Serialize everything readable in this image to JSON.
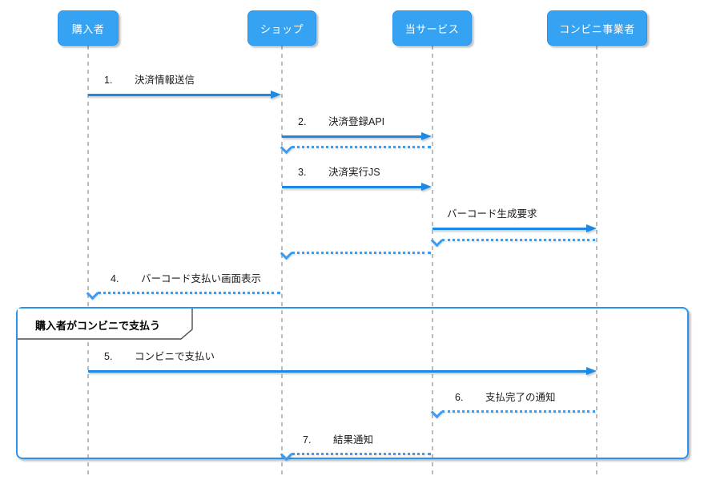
{
  "diagram_type": "sequence-diagram",
  "actors": [
    {
      "label": "購入者"
    },
    {
      "label": "ショップ"
    },
    {
      "label": "当サービス"
    },
    {
      "label": "コンビニ事業者"
    }
  ],
  "frame": {
    "label": "購入者がコンビニで支払う"
  },
  "messages": [
    {
      "num": "1.",
      "text": "決済情報送信",
      "from": "購入者",
      "to": "ショップ",
      "line": "solid"
    },
    {
      "num": "2.",
      "text": "決済登録API",
      "from": "ショップ",
      "to": "当サービス",
      "line": "solid"
    },
    {
      "num": "",
      "text": "",
      "from": "当サービス",
      "to": "ショップ",
      "line": "dotted-return"
    },
    {
      "num": "3.",
      "text": "決済実行JS",
      "from": "ショップ",
      "to": "当サービス",
      "line": "solid"
    },
    {
      "num": "",
      "text": "バーコード生成要求",
      "from": "当サービス",
      "to": "コンビニ事業者",
      "line": "solid"
    },
    {
      "num": "",
      "text": "",
      "from": "コンビニ事業者",
      "to": "当サービス",
      "line": "dotted-return"
    },
    {
      "num": "",
      "text": "",
      "from": "当サービス",
      "to": "ショップ",
      "line": "dotted-return"
    },
    {
      "num": "4.",
      "text": "バーコード支払い画面表示",
      "from": "ショップ",
      "to": "購入者",
      "line": "dotted"
    },
    {
      "num": "5.",
      "text": "コンビニで支払い",
      "from": "購入者",
      "to": "コンビニ事業者",
      "line": "solid"
    },
    {
      "num": "6.",
      "text": "支払完了の通知",
      "from": "コンビニ事業者",
      "to": "当サービス",
      "line": "dotted"
    },
    {
      "num": "7.",
      "text": "結果通知",
      "from": "当サービス",
      "to": "ショップ",
      "line": "dotted"
    }
  ],
  "colors": {
    "actor_fill": "#36a3f2",
    "actor_text": "#ffffff",
    "solid_arrow": "#1e88e5",
    "dotted_arrow": "#3d9cef",
    "lifeline": "#bcbcbc",
    "frame_border": "#2a93ee",
    "label_text": "#1a1a1a"
  }
}
